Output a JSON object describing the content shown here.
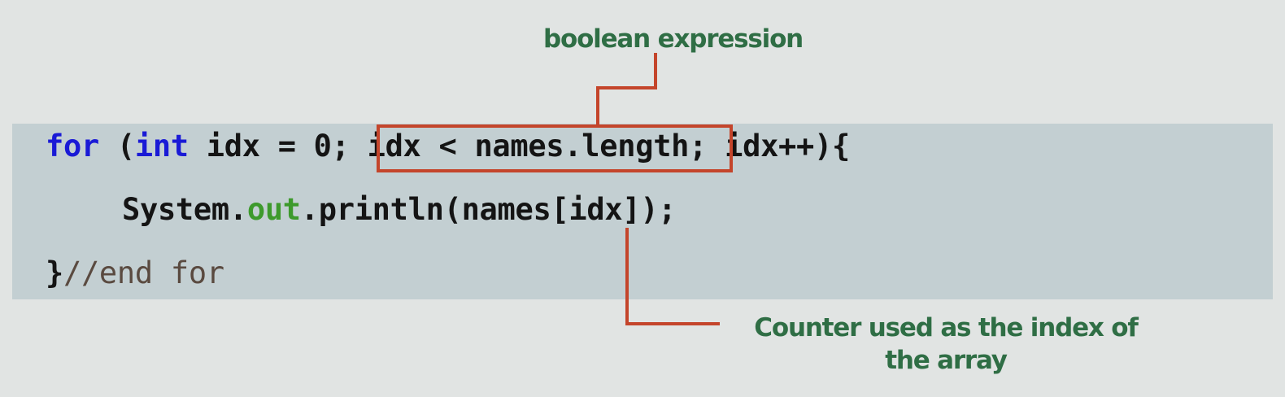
{
  "annotations": {
    "top_label": "boolean expression",
    "bottom_label": "Counter used as the index of the array"
  },
  "code": {
    "line1": {
      "kw_for": "for",
      "paren_open": " (",
      "kw_int": "int",
      "init": " idx = 0; ",
      "condition": "idx < names.length",
      "rest": "; idx++){"
    },
    "line2": {
      "obj": "System.",
      "field": "out",
      "call": ".println(names[idx]);"
    },
    "line3": {
      "brace": "}",
      "comment": "//end for"
    }
  },
  "colors": {
    "background": "#e1e4e3",
    "code_panel": "#c3cfd2",
    "keyword": "#1a1ad6",
    "field": "#3d9a2c",
    "comment": "#5a4a40",
    "annotation_text": "#2f6e45",
    "connector": "#c4452b"
  }
}
